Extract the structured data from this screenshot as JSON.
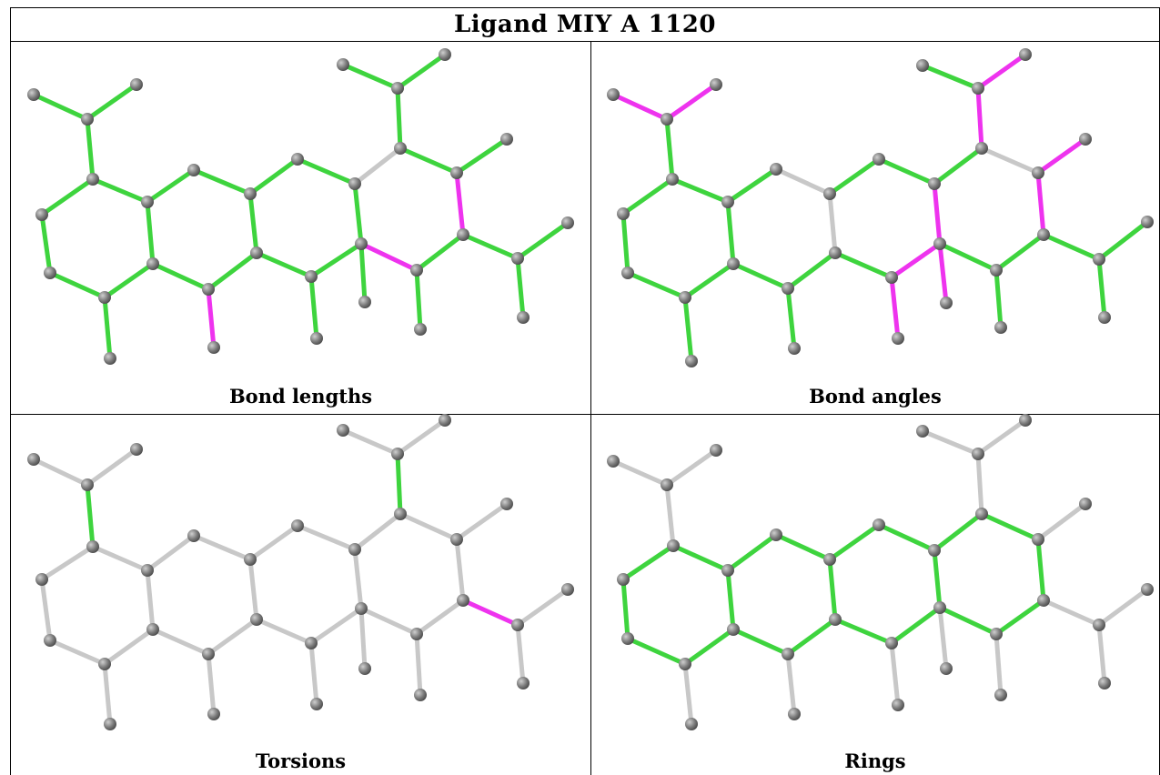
{
  "table": {
    "title": "Ligand MIY A 1120",
    "panels": [
      {
        "id": "bond-lengths",
        "caption": "Bond lengths"
      },
      {
        "id": "bond-angles",
        "caption": "Bond angles"
      },
      {
        "id": "torsions",
        "caption": "Torsions"
      },
      {
        "id": "rings",
        "caption": "Rings"
      }
    ]
  },
  "colors": {
    "atom": "#7a7a7a",
    "bond_ok": "#3ed43e",
    "bond_outlier": "#ee33ee",
    "bond_neutral": "#c8c8c8"
  }
}
